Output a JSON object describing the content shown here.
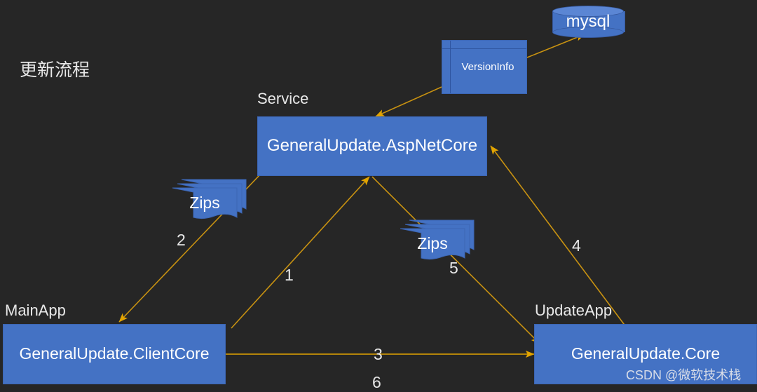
{
  "diagram": {
    "title": "更新流程",
    "background_color": "#262626",
    "node_fill_color": "#4472C4",
    "arrow_color": "#C89211",
    "text_color": "#FFFFFF"
  },
  "nodes": {
    "mysql": {
      "label": "mysql",
      "shape": "cylinder"
    },
    "version_info": {
      "label": "VersionInfo",
      "shape": "component"
    },
    "service_caption": {
      "label": "Service"
    },
    "aspnetcore": {
      "label": "GeneralUpdate.AspNetCore",
      "shape": "rectangle"
    },
    "zips_left": {
      "label": "Zips",
      "shape": "document-stack"
    },
    "zips_right": {
      "label": "Zips",
      "shape": "document-stack"
    },
    "mainapp_caption": {
      "label": "MainApp"
    },
    "clientcore": {
      "label": "GeneralUpdate.ClientCore",
      "shape": "rectangle"
    },
    "updateapp_caption": {
      "label": "UpdateApp"
    },
    "core": {
      "label": "GeneralUpdate.Core",
      "shape": "rectangle"
    }
  },
  "edge_labels": {
    "one": "1",
    "two": "2",
    "three": "3",
    "four": "4",
    "five": "5",
    "six": "6"
  },
  "watermark": {
    "text": "CSDN @微软技术栈"
  }
}
